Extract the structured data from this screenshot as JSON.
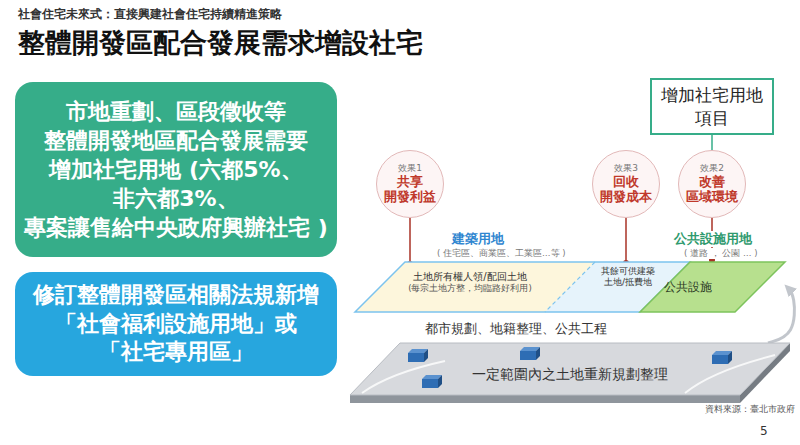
{
  "diagram": {
    "title": "整體開發區配合發展需求增設社宅",
    "nodes": [
      {
        "text": [
          "市地重劃、區段徵收等 整體開發地區配合發展需要 增加社宅用地 (六都5%、非六都3%、專案讓售給中央政府興辦社宅 )"
        ]
      },
      {
        "text": [
          "修訂整體開發區相關法規新增「社會福利設施用地」或「社宅專用區」"
        ]
      },
      {
        "text": [
          "增加社宅用地 項目"
        ]
      },
      {
        "text": [
          "效果1",
          "共享 開發利益"
        ]
      },
      {
        "text": [
          "效果3",
          "回收 開發成本"
        ]
      },
      {
        "text": [
          "效果2",
          "改善 區域環境"
        ]
      },
      {
        "text": [
          "建築用地",
          "( 住宅區、商業區、工業區…等 )"
        ]
      },
      {
        "text": [
          "土地所有權人領/配回土地",
          "(每宗土地方整，均臨路好利用)"
        ],
        "in": 6
      },
      {
        "text": [
          "其餘可供建築土地/抵費地"
        ],
        "in": 6
      },
      {
        "text": [
          "公共設施用地",
          "( 道路 ， 公園 … )",
          "公共設施"
        ]
      },
      {
        "text": [
          "一定範圍內之土地重新規劃整理"
        ]
      }
    ],
    "edges": [
      {
        "from": 3,
        "to": 7,
        "arrow": "none"
      },
      {
        "from": 4,
        "to": 8,
        "arrow": "none"
      },
      {
        "from": 2,
        "to": 5,
        "arrow": "none"
      },
      {
        "from": 5,
        "to": 9,
        "arrow": "none"
      },
      {
        "from": 10,
        "to": 9,
        "arrow": "to"
      }
    ],
    "labels": [
      "社會住宅未來式：直接興建社會住宅持續精進策略",
      "都市規劃、地籍整理、公共工程",
      "資料來源：臺北市政府",
      "5"
    ]
  }
}
